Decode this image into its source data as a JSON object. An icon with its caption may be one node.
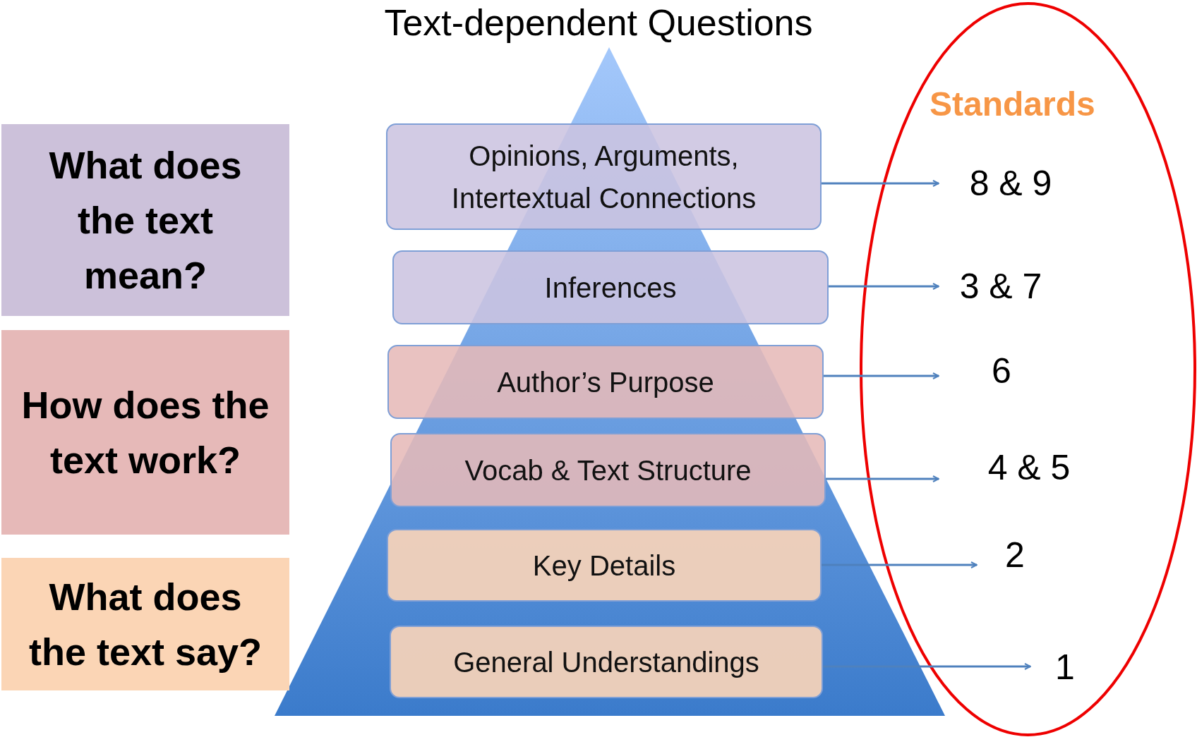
{
  "diagram": {
    "title": "Text-dependent Questions",
    "nodes": [
      {
        "text": [
          "What does the text mean?"
        ]
      },
      {
        "text": [
          "How does the text work?"
        ]
      },
      {
        "text": [
          "What does the text say?"
        ]
      },
      {
        "text": [
          "Opinions, Arguments, Intertextual Connections"
        ]
      },
      {
        "text": [
          "Inferences"
        ]
      },
      {
        "text": [
          "Author’s Purpose"
        ]
      },
      {
        "text": [
          "Vocab & Text Structure"
        ]
      },
      {
        "text": [
          "Key Details"
        ]
      },
      {
        "text": [
          "General Understandings"
        ]
      },
      {
        "text": [
          "Standards"
        ]
      },
      {
        "text": [
          "8 & 9"
        ],
        "in": 9
      },
      {
        "text": [
          "3 & 7"
        ],
        "in": 9
      },
      {
        "text": [
          "6"
        ],
        "in": 9
      },
      {
        "text": [
          "4 & 5"
        ],
        "in": 9
      },
      {
        "text": [
          "2"
        ],
        "in": 9
      },
      {
        "text": [
          "1"
        ],
        "in": 9
      }
    ],
    "edges": [
      {
        "from": 3,
        "to": 10,
        "arrow": "to"
      },
      {
        "from": 4,
        "to": 11,
        "arrow": "to"
      },
      {
        "from": 5,
        "to": 12,
        "arrow": "to"
      },
      {
        "from": 6,
        "to": 13,
        "arrow": "to"
      },
      {
        "from": 7,
        "to": 14,
        "arrow": "to"
      },
      {
        "from": 8,
        "to": 15,
        "arrow": "to"
      }
    ]
  }
}
